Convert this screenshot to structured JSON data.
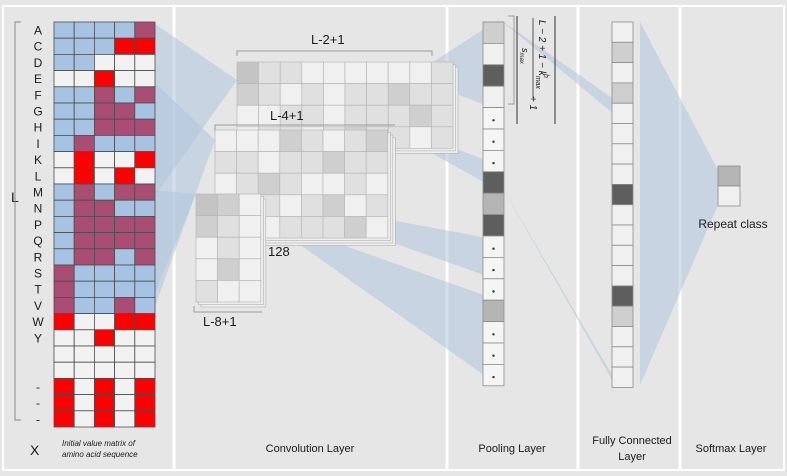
{
  "colors": {
    "panel": "#e6e6e6",
    "separator": "#ffffff",
    "blue_cell": "#a6c3e4",
    "mauve_cell": "#a94d75",
    "red_cell": "#ff0000",
    "white_cell": "#f2f2f2",
    "beam": "#aec4dc",
    "grid_line": "#4d4d4d",
    "bracket": "#9a9a9a"
  },
  "input_matrix": {
    "row_label_letter": "L",
    "bottom_label": "X",
    "caption_line1": "Initial value matrix of",
    "caption_line2": "amino acid sequence",
    "amino_acids": [
      "A",
      "C",
      "D",
      "E",
      "F",
      "G",
      "H",
      "I",
      "K",
      "L",
      "M",
      "N",
      "P",
      "Q",
      "R",
      "S",
      "T",
      "V",
      "W",
      "Y",
      "",
      "",
      "-",
      "-",
      "-"
    ],
    "cell_codes": [
      "bbbbm",
      "bbbrr",
      "bbwww",
      "wwrww",
      "bbmbm",
      "bbmmb",
      "bbmmm",
      "bmbbb",
      "wrwwr",
      "wrwrw",
      "bmbmm",
      "bmmbb",
      "bmmmm",
      "bmmmm",
      "bmmbm",
      "mbbbb",
      "mbbbb",
      "mbbmb",
      "rwwrr",
      "wwrww",
      "wwwww",
      "wwwww",
      "rwrwr",
      "rwrwr",
      "rwrwr"
    ]
  },
  "convolution": {
    "section_label": "Convolution Layer",
    "map1_label": "L-2+1",
    "map2_label": "L-4+1",
    "map3_label": "L-8+1",
    "depth_label": "128",
    "map1_shades": [
      ".aawwwwwwa",
      "cawawaacaa",
      "wwaawaaaca",
      "waawacaawa"
    ],
    "map2_shades": [
      "wwwcawac",
      "aawaacaa",
      "wacawwaw",
      "aaawacwa",
      "awwaaacw"
    ],
    "map3_shades": [
      ".cw",
      "caw",
      "waw",
      "wcw",
      "aww"
    ]
  },
  "pooling": {
    "section_label": "Pooling Layer",
    "formula_parts": [
      "L − 2 + 1 − ",
      "k",
      "max",
      "h",
      " + 1",
      "s",
      "max"
    ],
    "cells": [
      "c",
      "w",
      "D",
      "w",
      "dot",
      "dot",
      "dot",
      "D",
      "g",
      "D",
      "dot",
      "dot",
      "dot",
      "g",
      "dot",
      "dot",
      "dot"
    ]
  },
  "dense": {
    "section_label_line1": "Fully Connected",
    "section_label_line2": "Layer",
    "cells": [
      "w",
      "c",
      "w",
      "c",
      "w",
      "w",
      "w",
      "w",
      "D",
      "w",
      "w",
      "w",
      "w",
      "D",
      "c",
      "w",
      "w",
      "w"
    ]
  },
  "softmax": {
    "section_label": "Softmax Layer",
    "output_label": "Repeat class",
    "cells": [
      "g",
      "w"
    ]
  }
}
